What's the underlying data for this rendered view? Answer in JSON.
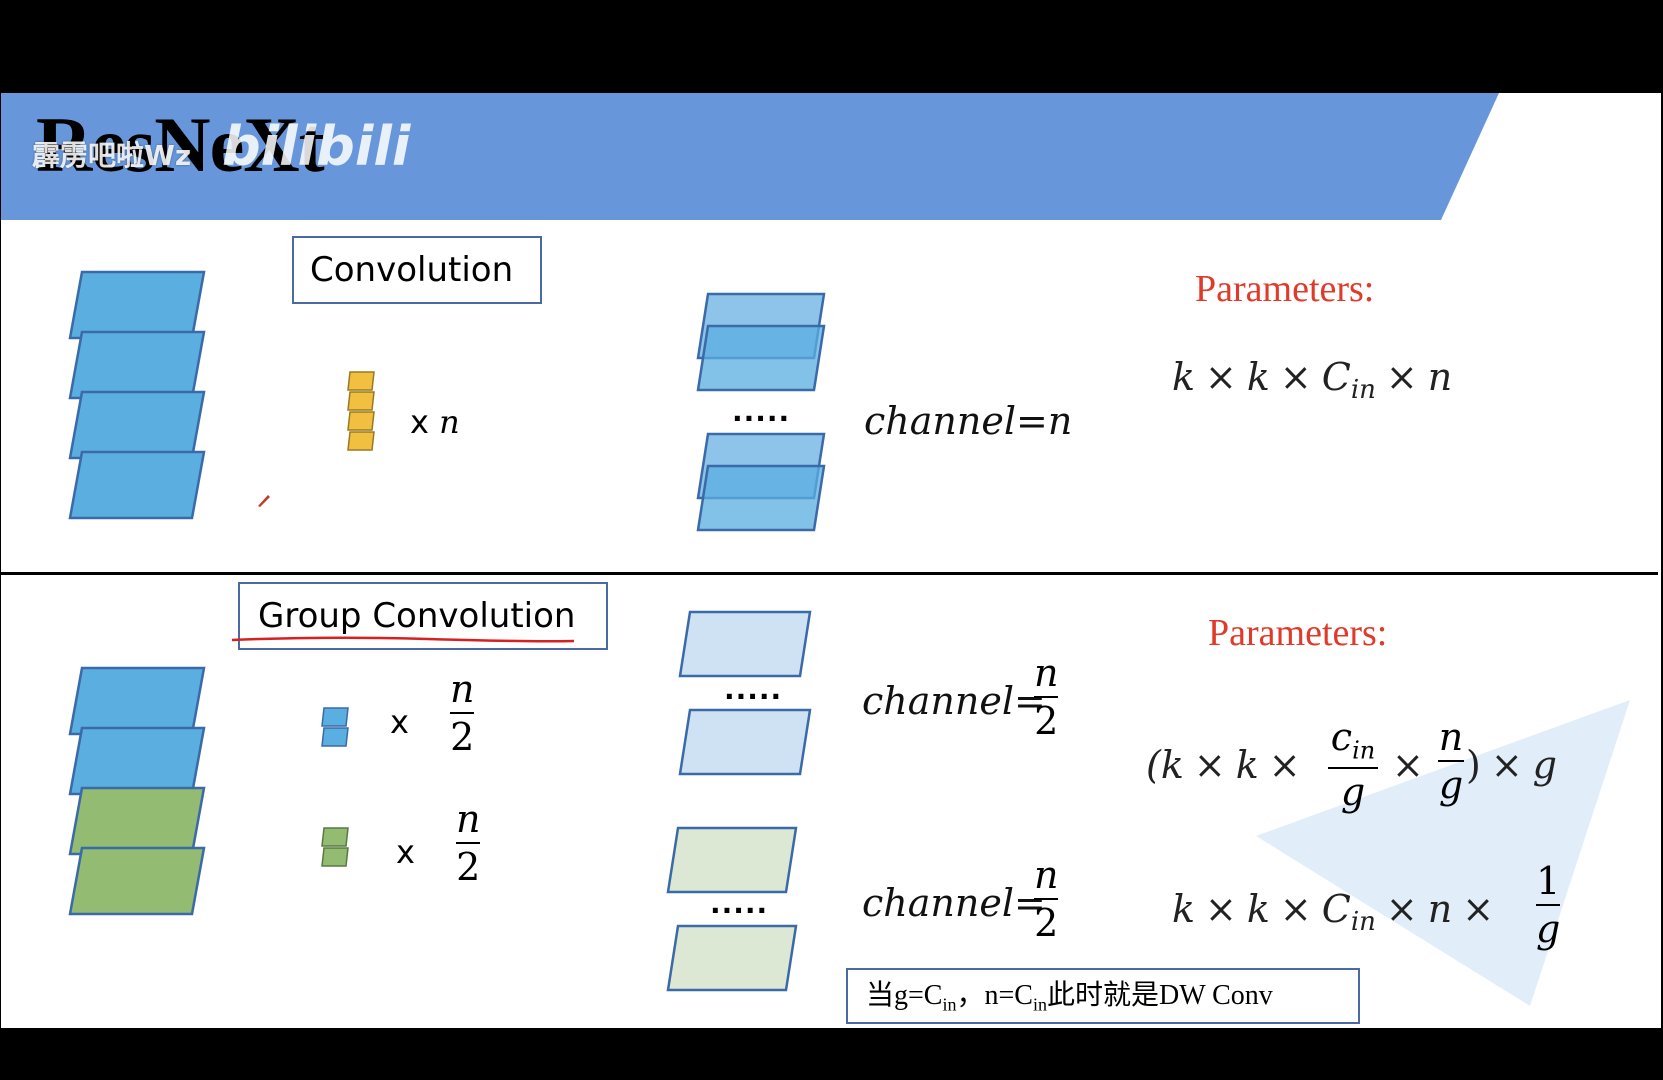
{
  "colors": {
    "header_band": "#6797da",
    "blue_fill": "#5aaee0",
    "blue_light_fill": "#8ec4ea",
    "pale_blue_fill": "#cfe2f3",
    "green_fill": "#93bb72",
    "pale_green_fill": "#dce8d3",
    "kernel_yellow": "#f2c040",
    "outline": "#3a6aa8",
    "accent_red": "#e03a2a",
    "divider": "#000000"
  },
  "header": {
    "title": "ResNeXt",
    "watermark_text": "霹雳吧啦Wz",
    "watermark_logo": "bilibili"
  },
  "section_top": {
    "label": "Convolution",
    "multiplier_prefix": "x",
    "multiplier_var": "n",
    "dots": ".....",
    "channel_text": "channel=n",
    "params_title": "Parameters:",
    "formula": {
      "k1": "k",
      "times": "×",
      "k2": "k",
      "c": "C",
      "c_sub": "in",
      "n": "n"
    }
  },
  "section_bottom": {
    "label": "Group Convolution",
    "blue_multiplier": {
      "prefix": "x",
      "num": "n",
      "den": "2"
    },
    "green_multiplier": {
      "prefix": "x",
      "num": "n",
      "den": "2"
    },
    "dots_1": ".....",
    "dots_2": ".....",
    "channel_1": {
      "text": "channel=",
      "num": "n",
      "den": "2"
    },
    "channel_2": {
      "text": "channel=",
      "num": "n",
      "den": "2"
    },
    "params_title": "Parameters:",
    "formula_1": {
      "open": "(k",
      "times": "×",
      "k": "k",
      "frac1_num": "c",
      "frac1_num_sub": "in",
      "frac1_den": "g",
      "frac2_num": "n",
      "frac2_den": "g",
      "close": ")",
      "g": "g"
    },
    "formula_2": {
      "k1": "k",
      "times": "×",
      "k2": "k",
      "c": "C",
      "c_sub": "in",
      "n": "n",
      "frac_num": "1",
      "frac_den": "g"
    },
    "note": {
      "prefix": "当g=C",
      "sub1": "in",
      "mid": "，n=C",
      "sub2": "in",
      "suffix": "此时就是DW Conv"
    }
  }
}
